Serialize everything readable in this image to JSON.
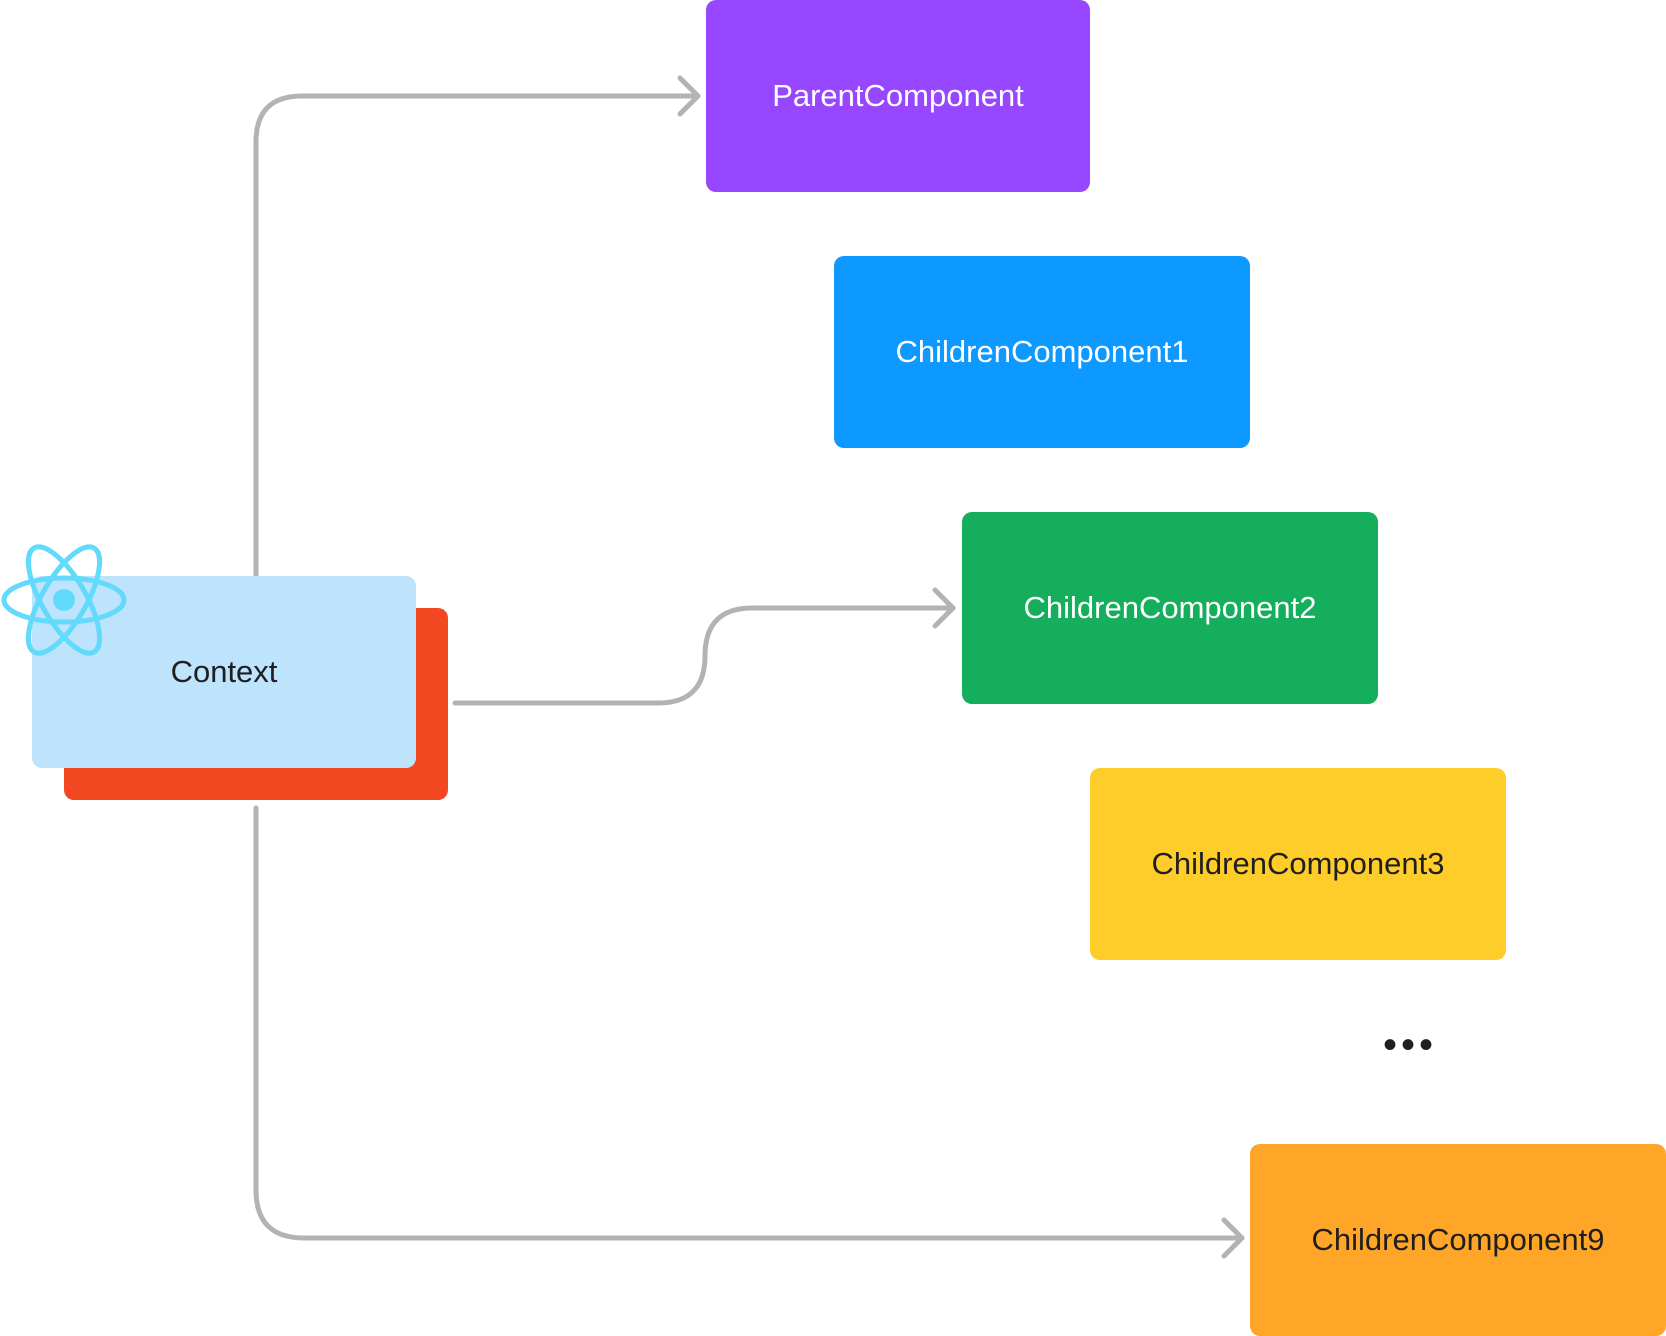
{
  "context": {
    "label": "Context",
    "front_color": "#bde3fd",
    "back_color": "#f24822",
    "icon": "react-atom-icon",
    "icon_color": "#61dafb"
  },
  "components": [
    {
      "id": "parent-component",
      "label": "ParentComponent",
      "color": "#9747ff",
      "text_color": "#ffffff"
    },
    {
      "id": "children-component-1",
      "label": "ChildrenComponent1",
      "color": "#0d99ff",
      "text_color": "#ffffff"
    },
    {
      "id": "children-component-2",
      "label": "ChildrenComponent2",
      "color": "#14ae5c",
      "text_color": "#ffffff"
    },
    {
      "id": "children-component-3",
      "label": "ChildrenComponent3",
      "color": "#ffcd29",
      "text_color": "#1f1f1f"
    },
    {
      "id": "children-component-9",
      "label": "ChildrenComponent9",
      "color": "#ffa629",
      "text_color": "#1f1f1f"
    }
  ],
  "ellipsis": "•••",
  "edges": [
    {
      "from": "context",
      "to": "parent-component"
    },
    {
      "from": "context",
      "to": "children-component-2"
    },
    {
      "from": "context",
      "to": "children-component-9"
    }
  ],
  "connector_color": "#b3b3b3"
}
